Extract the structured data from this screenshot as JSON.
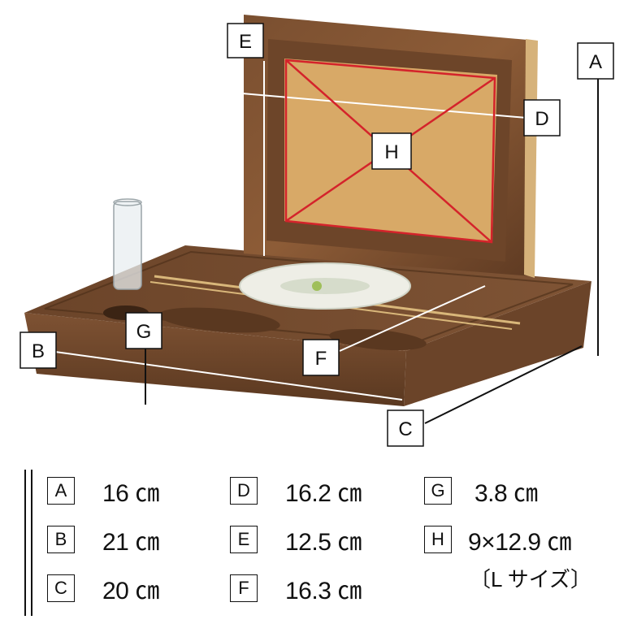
{
  "figure": {
    "labels": [
      "A",
      "B",
      "C",
      "D",
      "E",
      "F",
      "G",
      "H"
    ]
  },
  "legend": {
    "items": [
      {
        "letter": "A",
        "value": "16 ㎝"
      },
      {
        "letter": "B",
        "value": "21 ㎝"
      },
      {
        "letter": "C",
        "value": "20 ㎝"
      },
      {
        "letter": "D",
        "value": "16.2 ㎝"
      },
      {
        "letter": "E",
        "value": "12.5 ㎝"
      },
      {
        "letter": "F",
        "value": "16.3 ㎝"
      },
      {
        "letter": "G",
        "value": "3.8 ㎝"
      },
      {
        "letter": "H",
        "value": "9×12.9 ㎝"
      }
    ],
    "h_note": "〔L サイズ〕"
  }
}
